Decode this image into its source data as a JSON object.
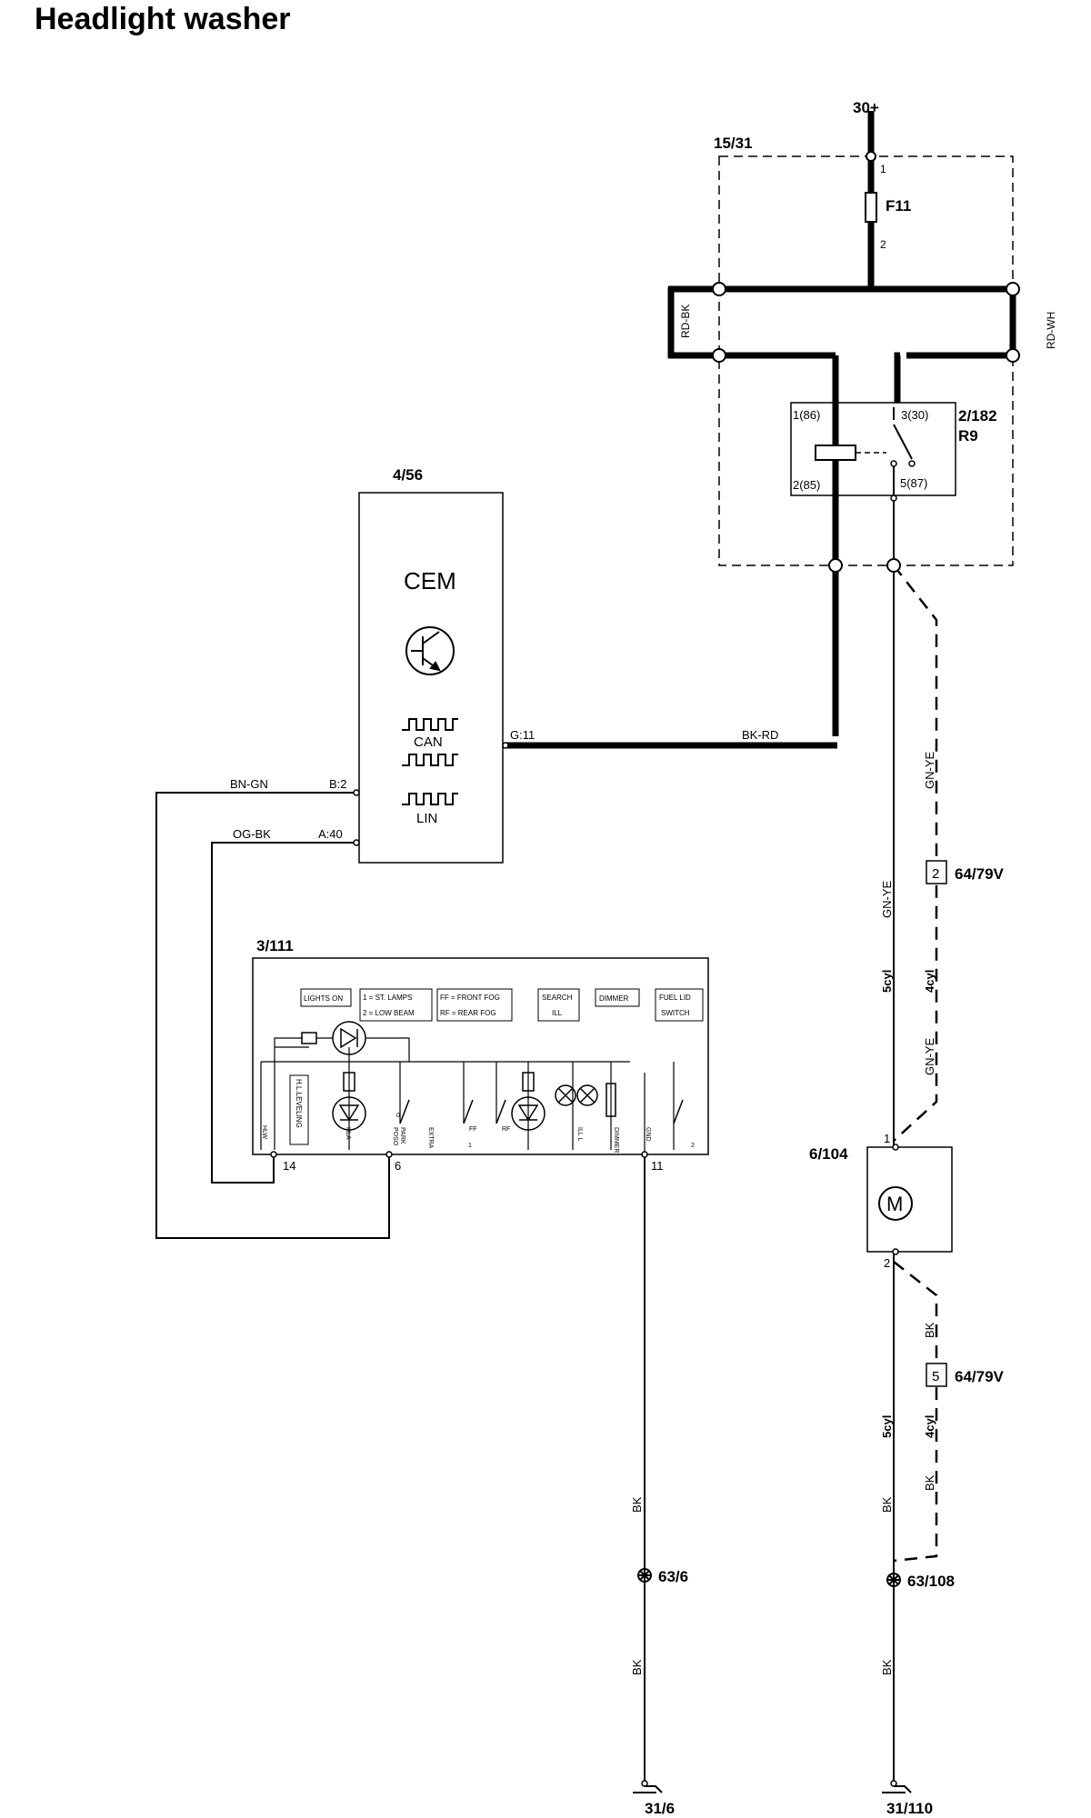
{
  "title": "Headlight washer",
  "supply": "30+",
  "fuse_box": {
    "id": "15/31",
    "fuse": "F11",
    "pin1": "1",
    "pin2": "2"
  },
  "wires": {
    "rd_bk": "RD-BK",
    "rd_wh": "RD-WH",
    "bk_rd": "BK-RD",
    "bn_gn": "BN-GN",
    "og_bk": "OG-BK",
    "gn_ye": "GN-YE",
    "bk": "BK"
  },
  "relay": {
    "id": "2/182",
    "name": "R9",
    "p1": "1(86)",
    "p2": "2(85)",
    "p3": "3(30)",
    "p5": "5(87)"
  },
  "cem": {
    "id": "4/56",
    "label": "CEM",
    "can": "CAN",
    "lin": "LIN",
    "pin_g11": "G:11",
    "pin_b2": "B:2",
    "pin_a40": "A:40"
  },
  "switch_module": {
    "id": "3/111",
    "labels": {
      "lights_on": "LIGHTS ON",
      "st_lamps": "1 = ST. LAMPS",
      "low_beam": "2 = LOW BEAM",
      "front_fog": "FF = FRONT FOG",
      "rear_fog": "RF = REAR FOG",
      "search": "SEARCH",
      "ill": "ILL",
      "dimmer": "DIMMER",
      "fuel_lid": "FUEL LID",
      "switch": "SWITCH",
      "hl_leveling": "H.L.LEVELING",
      "hlw": "HLW",
      "hla": "HLA",
      "poso": "POSO",
      "park": "PARK",
      "extra": "EXTRA",
      "ff": "FF",
      "rf": "RF",
      "ill_l": "ILL L",
      "dimmer_sw": "DIMMER",
      "gnd": "GND",
      "p_one": "1",
      "p_two": "2",
      "zero": "0"
    },
    "pin14": "14",
    "pin6": "6",
    "pin11": "11"
  },
  "motor": {
    "id": "6/104",
    "symbol": "M",
    "pin1": "1",
    "pin2": "2"
  },
  "connector_top": {
    "pin": "2",
    "id": "64/79V"
  },
  "connector_bottom": {
    "pin": "5",
    "id": "64/79V"
  },
  "variants": {
    "five": "5cyl",
    "four": "4cyl"
  },
  "ground_points": {
    "g1": "63/6",
    "g2": "63/108"
  },
  "grounds": {
    "gnd1": "31/6",
    "gnd2": "31/110"
  }
}
